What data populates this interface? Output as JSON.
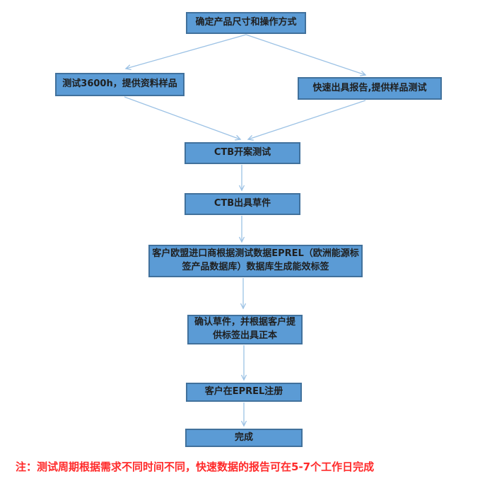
{
  "flowchart": {
    "nodes": [
      {
        "id": "determine-product",
        "label": "确定产品尺寸和操作方式"
      },
      {
        "id": "test-3600h",
        "label": "测试3600h，提供资料样品"
      },
      {
        "id": "quick-report",
        "label": "快速出具报告,提供样品测试"
      },
      {
        "id": "ctb-open-case-test",
        "label": "CTB开案测试"
      },
      {
        "id": "ctb-issue-draft",
        "label": "CTB出具草件"
      },
      {
        "id": "eprel-generate-label",
        "label": "客户欧盟进口商根据测试数据EPREL（欧洲能源标签产品数据库）数据库生成能效标签"
      },
      {
        "id": "confirm-draft",
        "label": "确认草件，并根据客户提供标签出具正本"
      },
      {
        "id": "customer-register-eprel",
        "label": "客户在EPREL注册"
      },
      {
        "id": "done",
        "label": "完成"
      }
    ],
    "edges": [
      {
        "from": "determine-product",
        "to": "test-3600h"
      },
      {
        "from": "determine-product",
        "to": "quick-report"
      },
      {
        "from": "test-3600h",
        "to": "ctb-open-case-test"
      },
      {
        "from": "quick-report",
        "to": "ctb-open-case-test"
      },
      {
        "from": "ctb-open-case-test",
        "to": "ctb-issue-draft"
      },
      {
        "from": "ctb-issue-draft",
        "to": "eprel-generate-label"
      },
      {
        "from": "eprel-generate-label",
        "to": "confirm-draft"
      },
      {
        "from": "confirm-draft",
        "to": "customer-register-eprel"
      },
      {
        "from": "customer-register-eprel",
        "to": "done"
      }
    ],
    "note": "注：测试周期根据需求不同时间不同，快速数据的报告可在5-7个工作日完成",
    "colors": {
      "box_fill": "#5B9BD5",
      "box_border": "#41719C",
      "arrow": "#9CC2E5",
      "note": "#FF2A2A",
      "text": "#1F1F1F"
    }
  }
}
